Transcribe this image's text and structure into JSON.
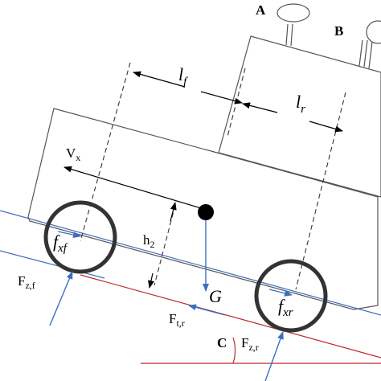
{
  "labels": {
    "point_a": "A",
    "point_b": "B",
    "l_front": "l",
    "l_front_sub": "f",
    "l_rear": "l",
    "l_rear_sub": "r",
    "vx": "V",
    "vx_sub": "x",
    "h2": "h",
    "h2_sub": "2",
    "f_xf": "f",
    "f_xf_sub": "xf",
    "f_xr": "f",
    "f_xr_sub": "xr",
    "fzf": "F",
    "fzf_sub": "z,f",
    "ftr": "F",
    "ftr_sub": "t,r",
    "fzr": "F",
    "fzr_sub": "z,r",
    "gravity": "G",
    "angle": "C"
  },
  "colors": {
    "force_arrow": "#3b6fc0",
    "slope_line": "#c0262c",
    "outline": "#555555",
    "wheel": "#333333"
  }
}
